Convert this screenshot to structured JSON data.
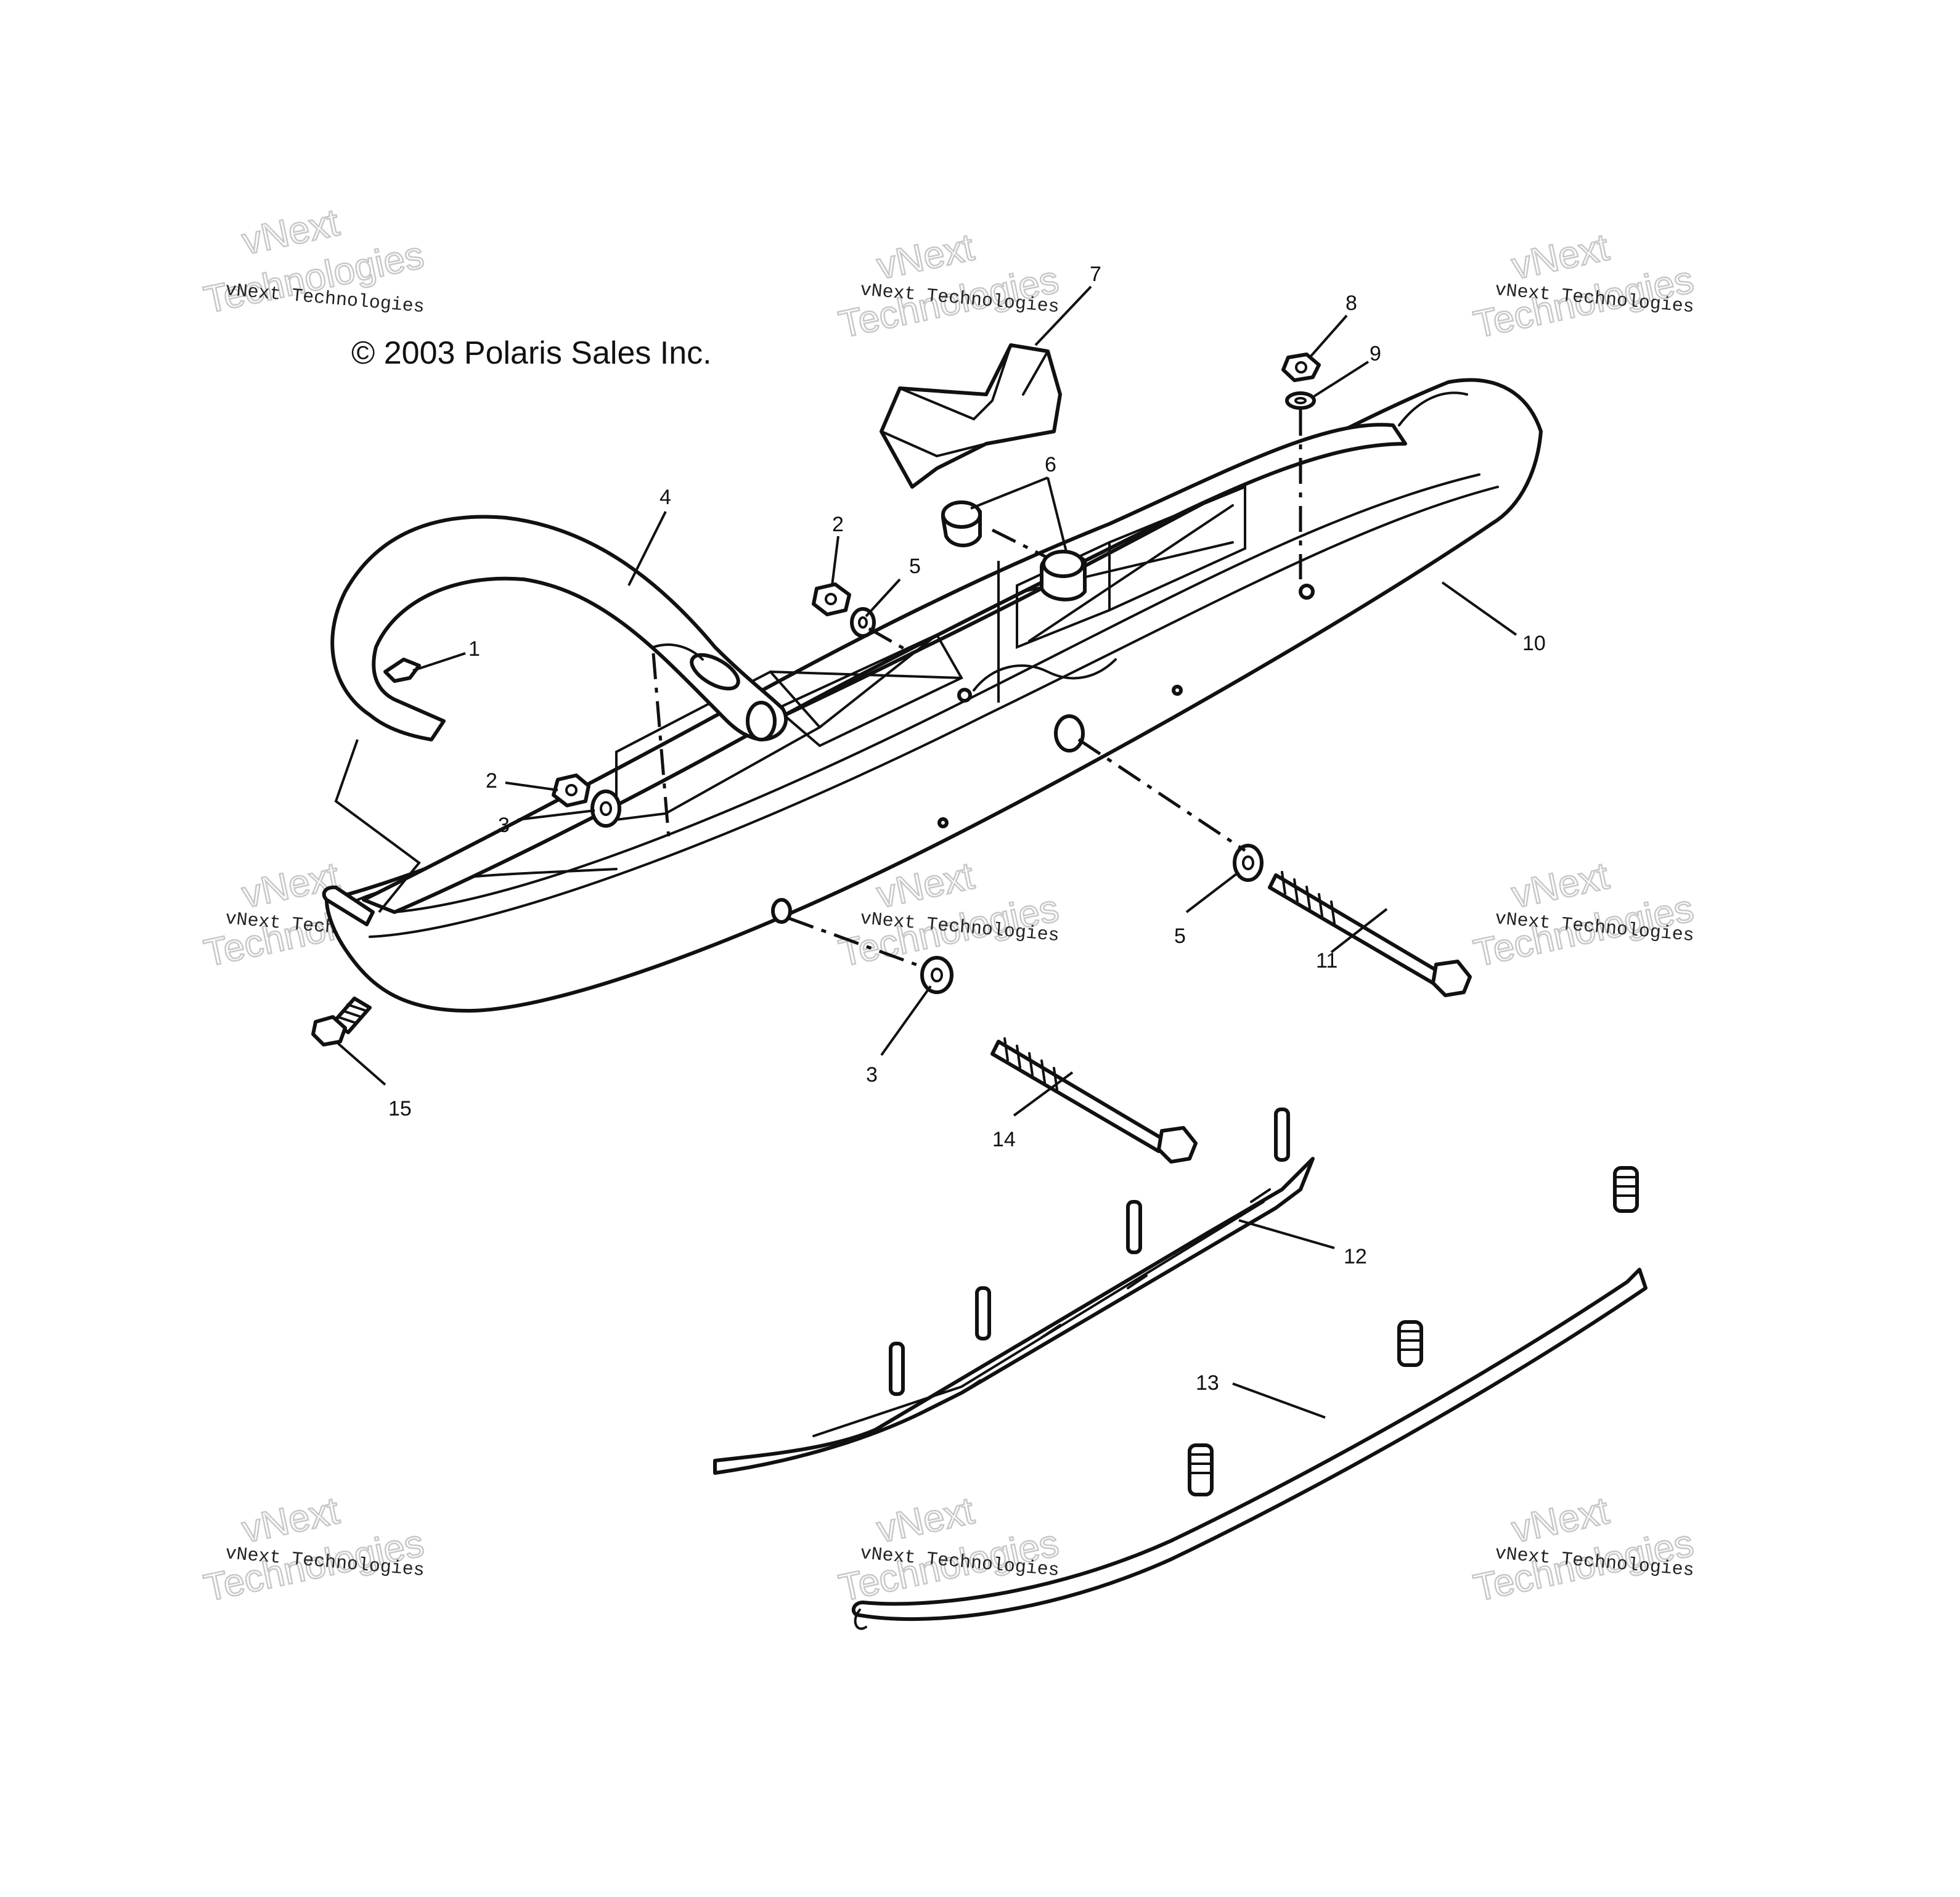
{
  "copyright": "© 2003 Polaris Sales Inc.",
  "watermark": {
    "small_text": "vNext Technologies",
    "big_line1": "vNext",
    "big_line2": "Technologies"
  },
  "callouts": [
    "1",
    "2",
    "2",
    "3",
    "3",
    "4",
    "5",
    "5",
    "6",
    "7",
    "8",
    "9",
    "10",
    "11",
    "12",
    "13",
    "14",
    "15"
  ]
}
